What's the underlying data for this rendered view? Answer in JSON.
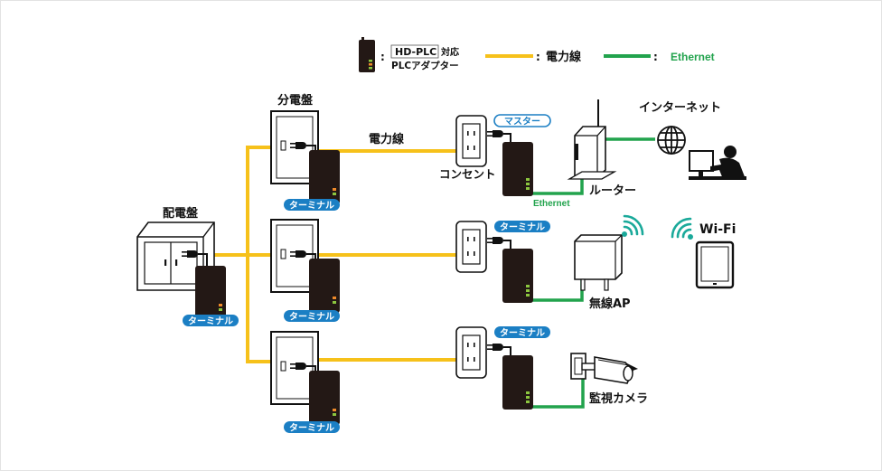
{
  "legend": {
    "adapter_badge": "HD-PLC",
    "adapter_suffix": "対応",
    "adapter_line2": "PLCアダプター",
    "power_line_label": "電力線",
    "ethernet_label": "Ethernet",
    "separator": ":"
  },
  "colors": {
    "power_line": "#f6c11a",
    "ethernet": "#22a34d",
    "badge_blue": "#1b7fc4",
    "adapter_body": "#231815",
    "led_orange": "#ef8a2a",
    "led_green": "#8cc63f",
    "wifi_teal": "#1aa99a"
  },
  "main_panel": {
    "label": "配電盤",
    "badge": "ターミナル"
  },
  "sub_panels": [
    {
      "label": "分電盤",
      "badge": "ターミナル"
    },
    {
      "label": "",
      "badge": "ターミナル"
    },
    {
      "label": "",
      "badge": "ターミナル"
    }
  ],
  "power_line_caption": "電力線",
  "outlets": [
    {
      "label": "コンセント",
      "badge": "マスター",
      "badge_style": "outline"
    },
    {
      "label": "",
      "badge": "ターミナル",
      "badge_style": "filled"
    },
    {
      "label": "",
      "badge": "ターミナル",
      "badge_style": "filled"
    }
  ],
  "ethernet_caption": "Ethernet",
  "devices": {
    "router": "ルーター",
    "internet": "インターネット",
    "wireless_ap": "無線AP",
    "wifi": "Wi-Fi",
    "camera": "監視カメラ"
  }
}
